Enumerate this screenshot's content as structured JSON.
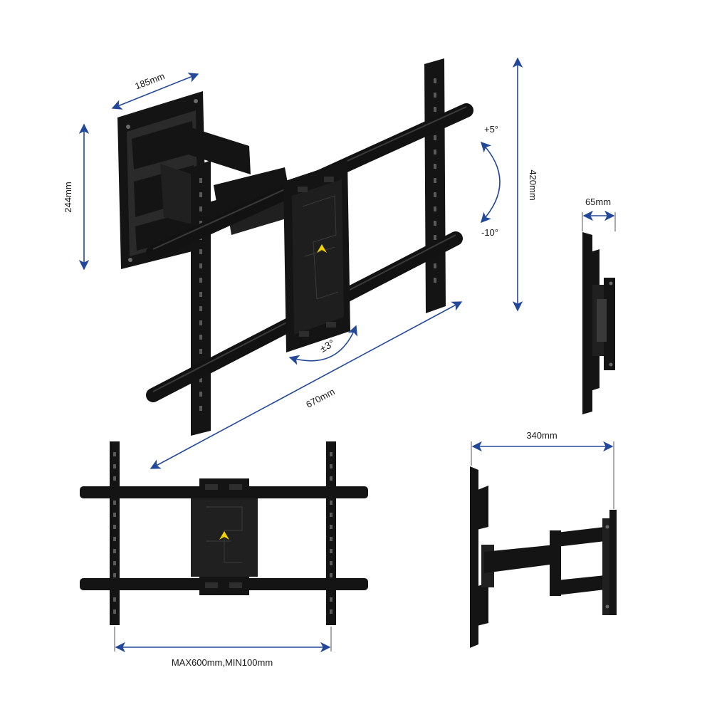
{
  "dimensions": {
    "wall_plate_width": "185mm",
    "wall_plate_height": "244mm",
    "bracket_height": "420mm",
    "extension_length": "670mm",
    "profile_depth": "65mm",
    "max_extension": "340mm",
    "vesa_range": "MAX600mm,MIN100mm"
  },
  "tilt": {
    "up": "+5°",
    "down": "-10°"
  },
  "swivel": {
    "level": "±3°"
  },
  "colors": {
    "arrow": "#23489a",
    "metal": "#141414",
    "logo": "#f2d400"
  }
}
